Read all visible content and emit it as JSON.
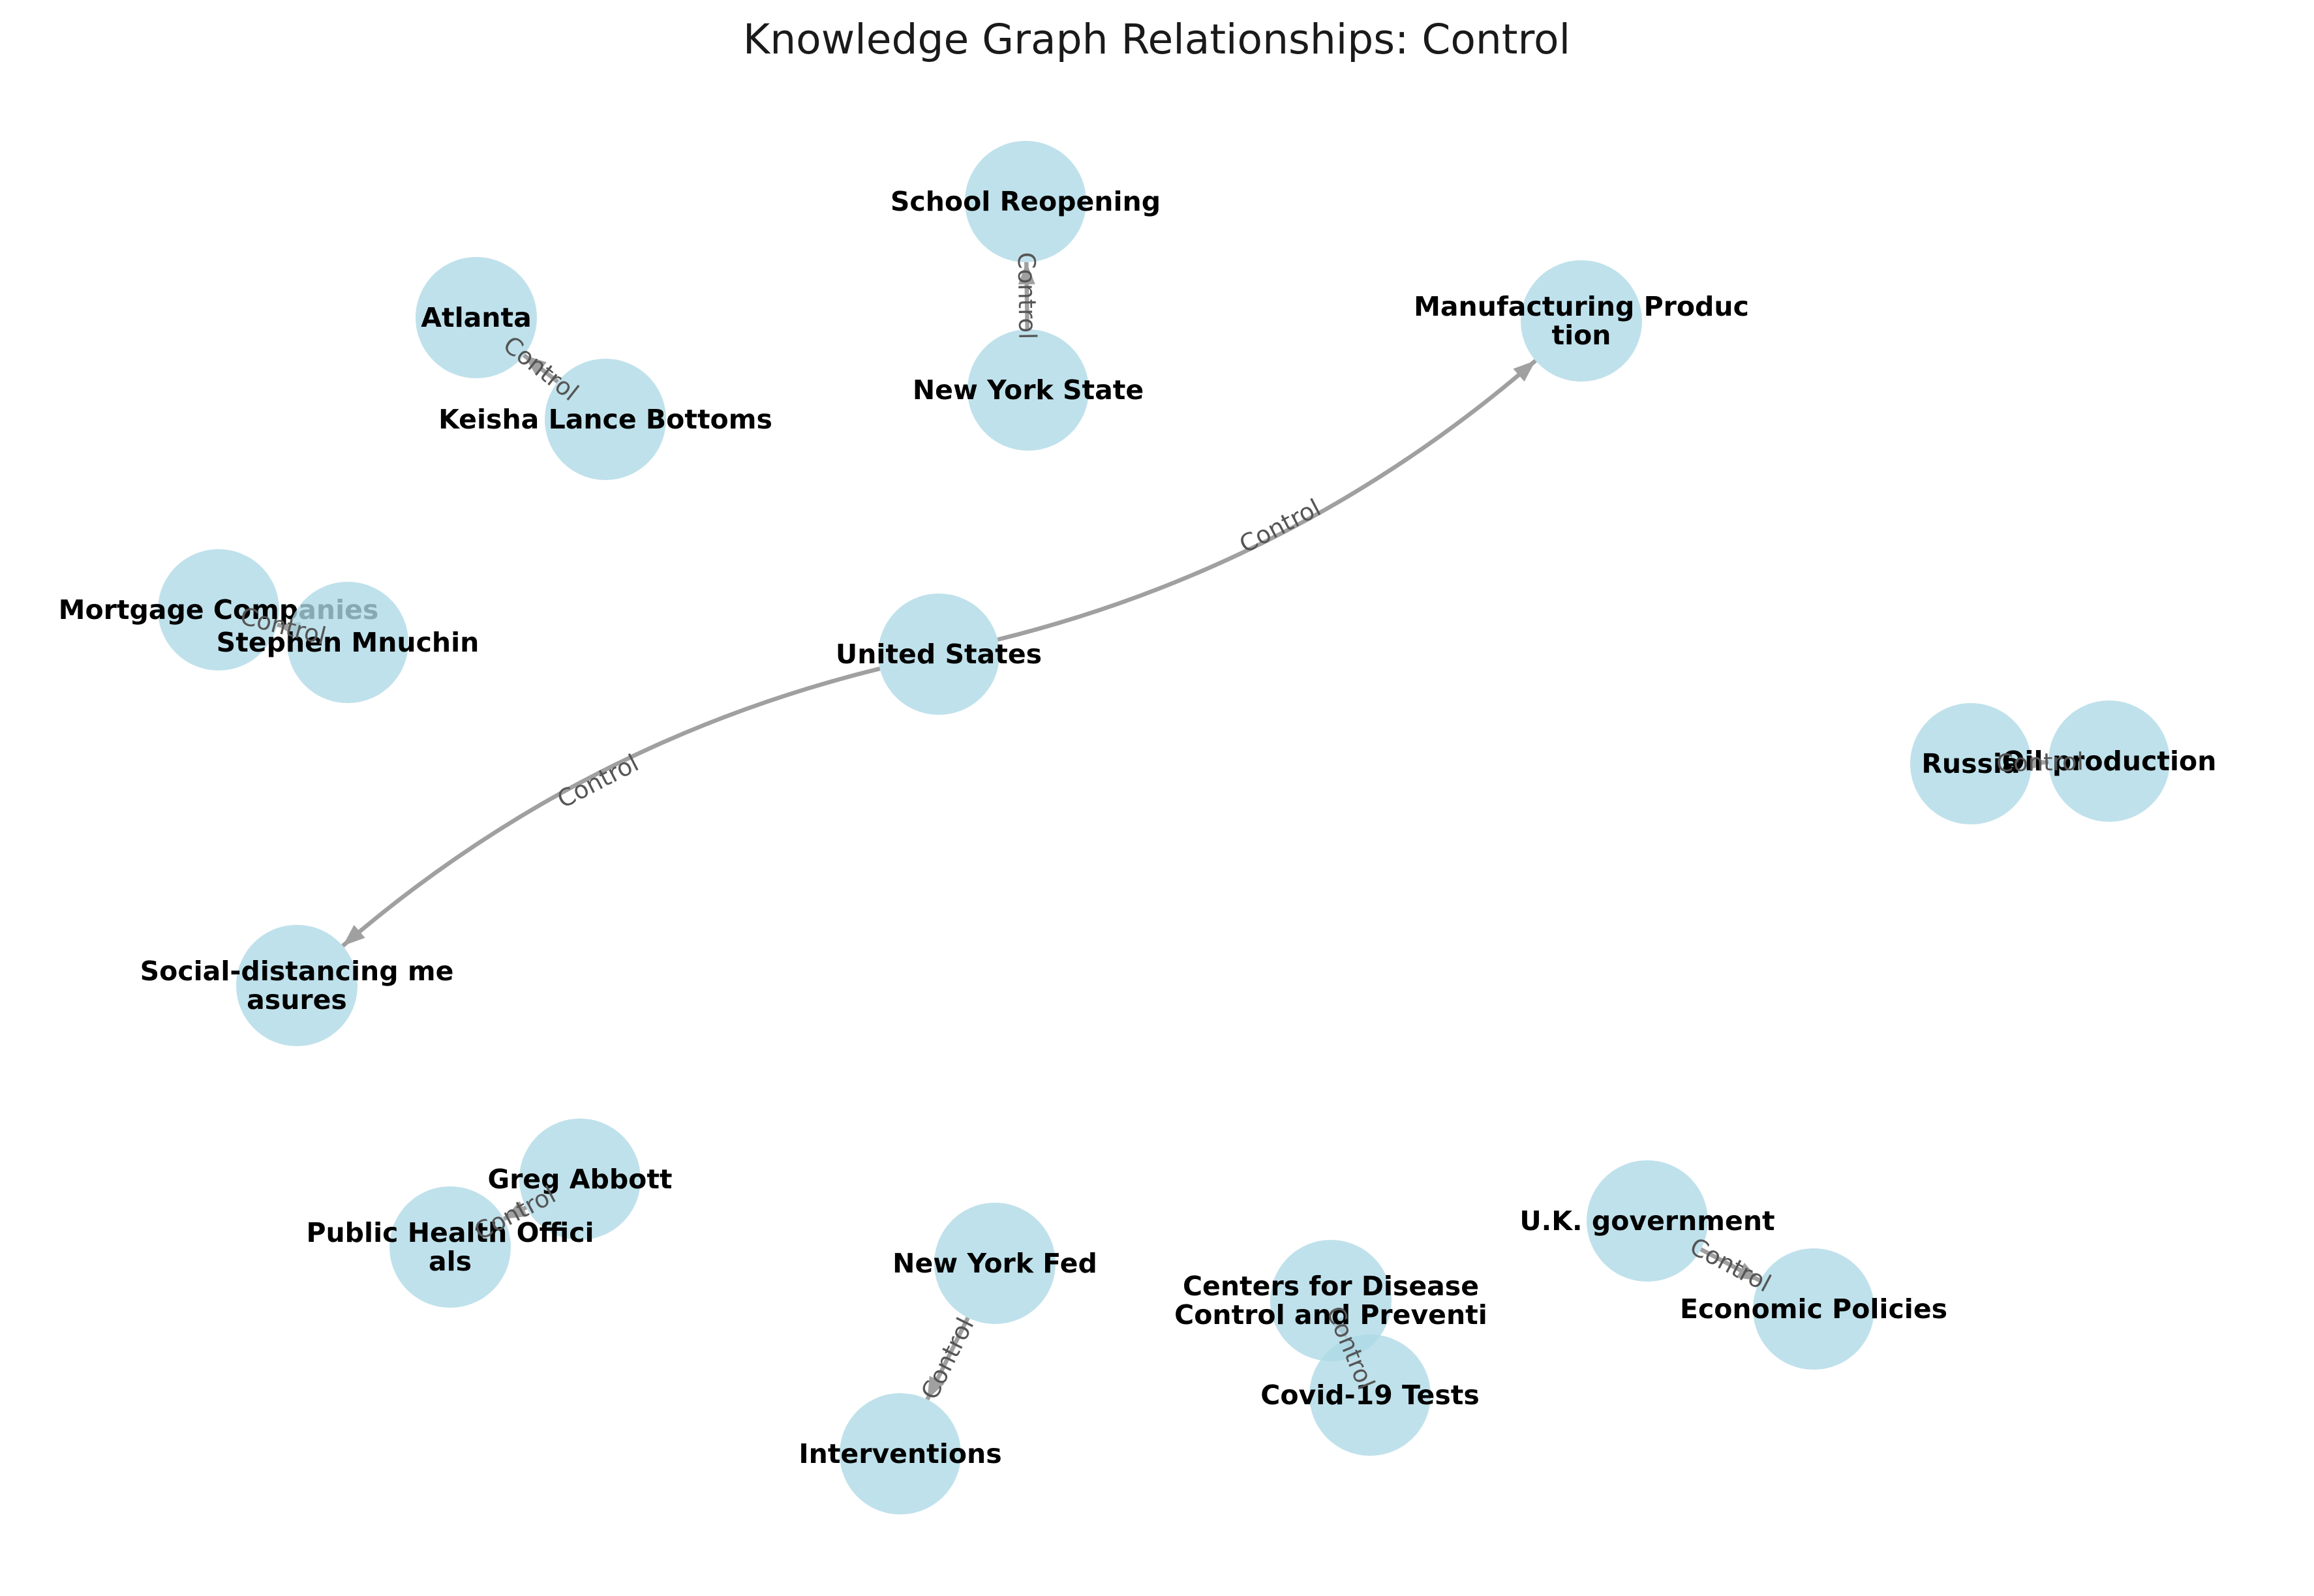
{
  "title": "Knowledge Graph Relationships: Control",
  "colors": {
    "node_fill": "#add8e6",
    "edge": "#a0a0a0",
    "edge_label": "#555555",
    "label_text": "#000000"
  },
  "nodes": [
    {
      "id": "school_reopening",
      "lines": [
        "School Reopening"
      ]
    },
    {
      "id": "new_york_state",
      "lines": [
        "New York State"
      ]
    },
    {
      "id": "atlanta",
      "lines": [
        "Atlanta"
      ]
    },
    {
      "id": "keisha_lance_bottoms",
      "lines": [
        "Keisha Lance Bottoms"
      ]
    },
    {
      "id": "manufacturing_production",
      "lines": [
        "Manufacturing Produc",
        "tion"
      ]
    },
    {
      "id": "mortgage_companies",
      "lines": [
        "Mortgage Companies"
      ]
    },
    {
      "id": "stephen_mnuchin",
      "lines": [
        "Stephen Mnuchin"
      ]
    },
    {
      "id": "united_states",
      "lines": [
        "United States"
      ]
    },
    {
      "id": "russia",
      "lines": [
        "Russia"
      ]
    },
    {
      "id": "oil_production",
      "lines": [
        "Oil production"
      ]
    },
    {
      "id": "social_distancing",
      "lines": [
        "Social-distancing me",
        "asures"
      ]
    },
    {
      "id": "greg_abbott",
      "lines": [
        "Greg Abbott"
      ]
    },
    {
      "id": "public_health_officials",
      "lines": [
        "Public Health Offici",
        "als"
      ]
    },
    {
      "id": "new_york_fed",
      "lines": [
        "New York Fed"
      ]
    },
    {
      "id": "interventions",
      "lines": [
        "Interventions"
      ]
    },
    {
      "id": "cdc",
      "lines": [
        "Centers for Disease",
        "Control and Preventi"
      ]
    },
    {
      "id": "covid_tests",
      "lines": [
        "Covid-19 Tests"
      ]
    },
    {
      "id": "uk_government",
      "lines": [
        "U.K. government"
      ]
    },
    {
      "id": "economic_policies",
      "lines": [
        "Economic Policies"
      ]
    }
  ],
  "edges": [
    {
      "source": "new_york_state",
      "target": "school_reopening",
      "label": "Control"
    },
    {
      "source": "keisha_lance_bottoms",
      "target": "atlanta",
      "label": "Control"
    },
    {
      "source": "united_states",
      "target": "manufacturing_production",
      "label": "Control"
    },
    {
      "source": "united_states",
      "target": "social_distancing",
      "label": "Control"
    },
    {
      "source": "stephen_mnuchin",
      "target": "mortgage_companies",
      "label": "Control"
    },
    {
      "source": "russia",
      "target": "oil_production",
      "label": "Control"
    },
    {
      "source": "greg_abbott",
      "target": "public_health_officials",
      "label": "Control"
    },
    {
      "source": "new_york_fed",
      "target": "interventions",
      "label": "Control"
    },
    {
      "source": "cdc",
      "target": "covid_tests",
      "label": "Control"
    },
    {
      "source": "uk_government",
      "target": "economic_policies",
      "label": "Control"
    }
  ]
}
